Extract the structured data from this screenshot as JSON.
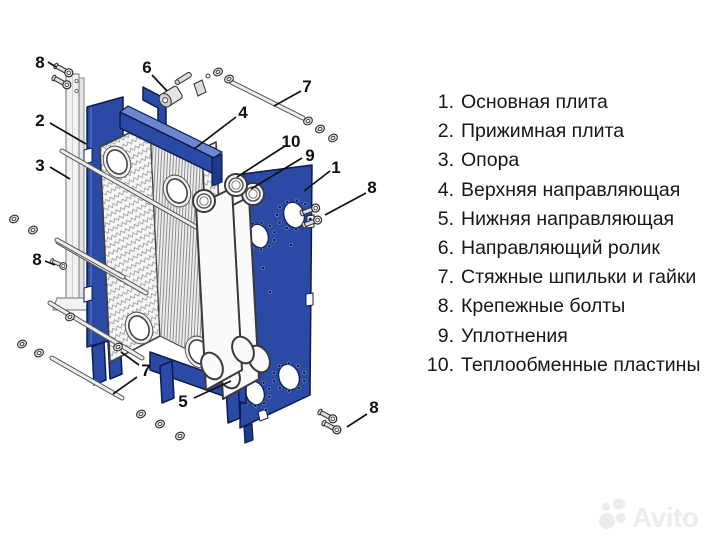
{
  "legend": {
    "items": [
      {
        "num": "1.",
        "label": "Основная плита"
      },
      {
        "num": "2.",
        "label": "Прижимная плита"
      },
      {
        "num": "3.",
        "label": "Опора"
      },
      {
        "num": "4.",
        "label": "Верхняя направляющая"
      },
      {
        "num": "5.",
        "label": "Нижняя направляющая"
      },
      {
        "num": "6.",
        "label": "Направляющий ролик"
      },
      {
        "num": "7.",
        "label": "Стяжные шпильки и гайки"
      },
      {
        "num": "8.",
        "label": "Крепежные болты"
      },
      {
        "num": "9.",
        "label": "Уплотнения"
      },
      {
        "num": "10.",
        "label": "Теплообменные пластины"
      }
    ]
  },
  "diagram": {
    "callouts": [
      {
        "label": "8"
      },
      {
        "label": "2"
      },
      {
        "label": "3"
      },
      {
        "label": "8"
      },
      {
        "label": "6"
      },
      {
        "label": "7"
      },
      {
        "label": "4"
      },
      {
        "label": "10"
      },
      {
        "label": "9"
      },
      {
        "label": "1"
      },
      {
        "label": "8"
      },
      {
        "label": "7"
      },
      {
        "label": "5"
      },
      {
        "label": "8"
      }
    ]
  },
  "colors": {
    "plate_blue": "#2b4aa5",
    "plate_blue_light": "#6d87cf",
    "plate_blue_deep": "#1e3a8c",
    "outline_navy": "#0c1c50",
    "text_color": "#171717",
    "watermark": "#ececec"
  },
  "watermark": {
    "text": "Avito"
  }
}
